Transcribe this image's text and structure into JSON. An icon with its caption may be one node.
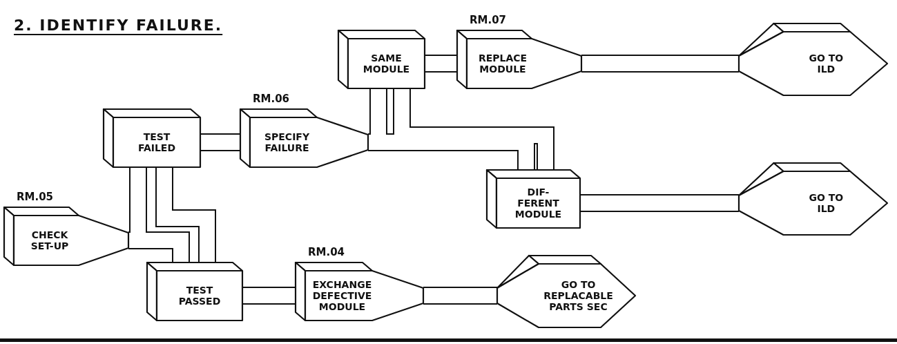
{
  "diagram": {
    "title": "2. IDENTIFY FAILURE.",
    "nodes": [
      {
        "text": [
          "TEST FAILED"
        ]
      },
      {
        "text": [
          "SPECIFY FAILURE"
        ],
        "beside": [
          "RM.06"
        ]
      },
      {
        "text": [
          "SAME MODULE"
        ]
      },
      {
        "text": [
          "REPLACE MODULE"
        ],
        "beside": [
          "RM.07"
        ]
      },
      {
        "text": [
          "GO TO ILD"
        ]
      },
      {
        "text": [
          "DIF- FERENT MODULE"
        ]
      },
      {
        "text": [
          "GO TO ILD"
        ]
      },
      {
        "text": [
          "CHECK SET-UP"
        ],
        "beside": [
          "RM.05"
        ]
      },
      {
        "text": [
          "TEST PASSED"
        ]
      },
      {
        "text": [
          "EXCHANGE DEFECTIVE MODULE"
        ],
        "beside": [
          "RM.04"
        ]
      },
      {
        "text": [
          "GO TO REPLACABLE PARTS SEC"
        ]
      }
    ],
    "edges": [
      {
        "from": 0,
        "to": 1,
        "arrow": "none"
      },
      {
        "from": 1,
        "to": 2,
        "arrow": "none"
      },
      {
        "from": 1,
        "to": 5,
        "arrow": "none"
      },
      {
        "from": 2,
        "to": 5,
        "arrow": "none"
      },
      {
        "from": 2,
        "to": 3,
        "arrow": "none"
      },
      {
        "from": 3,
        "to": 4,
        "arrow": "none"
      },
      {
        "from": 5,
        "to": 6,
        "arrow": "none"
      },
      {
        "from": 0,
        "to": 7,
        "arrow": "none"
      },
      {
        "from": 7,
        "to": 8,
        "arrow": "none"
      },
      {
        "from": 0,
        "to": 8,
        "arrow": "none"
      },
      {
        "from": 8,
        "to": 9,
        "arrow": "none"
      },
      {
        "from": 9,
        "to": 10,
        "arrow": "none"
      }
    ]
  }
}
